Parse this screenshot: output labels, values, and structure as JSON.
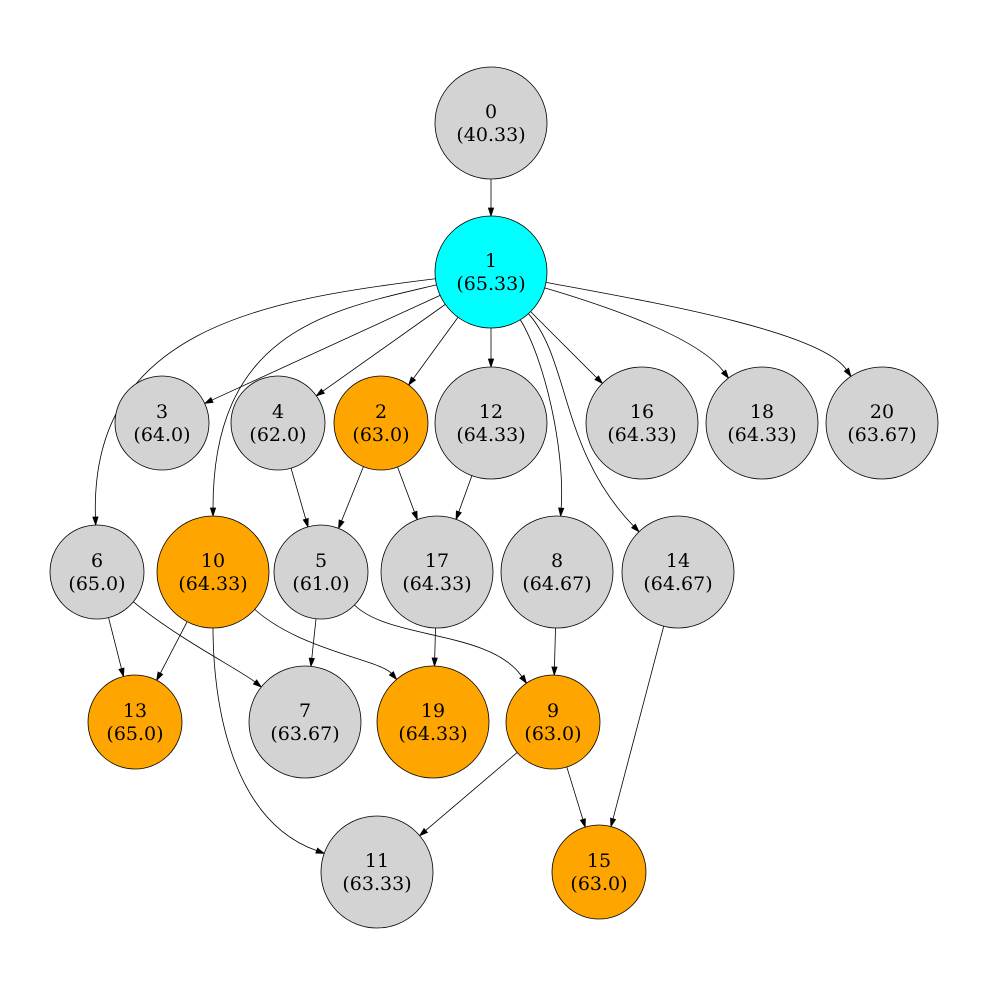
{
  "colors": {
    "default": "#d3d3d3",
    "root": "#00ffff",
    "highlight": "#ffa500",
    "stroke": "#000000"
  },
  "nodes": [
    {
      "id": "0",
      "label": "0",
      "value": "(40.33)",
      "color": "default"
    },
    {
      "id": "1",
      "label": "1",
      "value": "(65.33)",
      "color": "root"
    },
    {
      "id": "3",
      "label": "3",
      "value": "(64.0)",
      "color": "default"
    },
    {
      "id": "4",
      "label": "4",
      "value": "(62.0)",
      "color": "default"
    },
    {
      "id": "2",
      "label": "2",
      "value": "(63.0)",
      "color": "highlight"
    },
    {
      "id": "12",
      "label": "12",
      "value": "(64.33)",
      "color": "default"
    },
    {
      "id": "16",
      "label": "16",
      "value": "(64.33)",
      "color": "default"
    },
    {
      "id": "18",
      "label": "18",
      "value": "(64.33)",
      "color": "default"
    },
    {
      "id": "20",
      "label": "20",
      "value": "(63.67)",
      "color": "default"
    },
    {
      "id": "6",
      "label": "6",
      "value": "(65.0)",
      "color": "default"
    },
    {
      "id": "10",
      "label": "10",
      "value": "(64.33)",
      "color": "highlight"
    },
    {
      "id": "5",
      "label": "5",
      "value": "(61.0)",
      "color": "default"
    },
    {
      "id": "17",
      "label": "17",
      "value": "(64.33)",
      "color": "default"
    },
    {
      "id": "8",
      "label": "8",
      "value": "(64.67)",
      "color": "default"
    },
    {
      "id": "14",
      "label": "14",
      "value": "(64.67)",
      "color": "default"
    },
    {
      "id": "13",
      "label": "13",
      "value": "(65.0)",
      "color": "highlight"
    },
    {
      "id": "7",
      "label": "7",
      "value": "(63.67)",
      "color": "default"
    },
    {
      "id": "19",
      "label": "19",
      "value": "(64.33)",
      "color": "highlight"
    },
    {
      "id": "9",
      "label": "9",
      "value": "(63.0)",
      "color": "highlight"
    },
    {
      "id": "11",
      "label": "11",
      "value": "(63.33)",
      "color": "default"
    },
    {
      "id": "15",
      "label": "15",
      "value": "(63.0)",
      "color": "highlight"
    }
  ],
  "edges": [
    {
      "from": "0",
      "to": "1"
    },
    {
      "from": "1",
      "to": "3"
    },
    {
      "from": "1",
      "to": "4"
    },
    {
      "from": "1",
      "to": "2"
    },
    {
      "from": "1",
      "to": "12"
    },
    {
      "from": "1",
      "to": "16"
    },
    {
      "from": "1",
      "to": "18"
    },
    {
      "from": "1",
      "to": "20"
    },
    {
      "from": "1",
      "to": "6"
    },
    {
      "from": "1",
      "to": "10"
    },
    {
      "from": "1",
      "to": "8"
    },
    {
      "from": "1",
      "to": "14"
    },
    {
      "from": "4",
      "to": "5"
    },
    {
      "from": "2",
      "to": "5"
    },
    {
      "from": "2",
      "to": "17"
    },
    {
      "from": "12",
      "to": "17"
    },
    {
      "from": "6",
      "to": "13"
    },
    {
      "from": "6",
      "to": "7"
    },
    {
      "from": "10",
      "to": "13"
    },
    {
      "from": "10",
      "to": "19"
    },
    {
      "from": "10",
      "to": "11"
    },
    {
      "from": "5",
      "to": "7"
    },
    {
      "from": "5",
      "to": "9"
    },
    {
      "from": "17",
      "to": "19"
    },
    {
      "from": "8",
      "to": "9"
    },
    {
      "from": "14",
      "to": "15"
    },
    {
      "from": "9",
      "to": "11"
    },
    {
      "from": "9",
      "to": "15"
    }
  ]
}
